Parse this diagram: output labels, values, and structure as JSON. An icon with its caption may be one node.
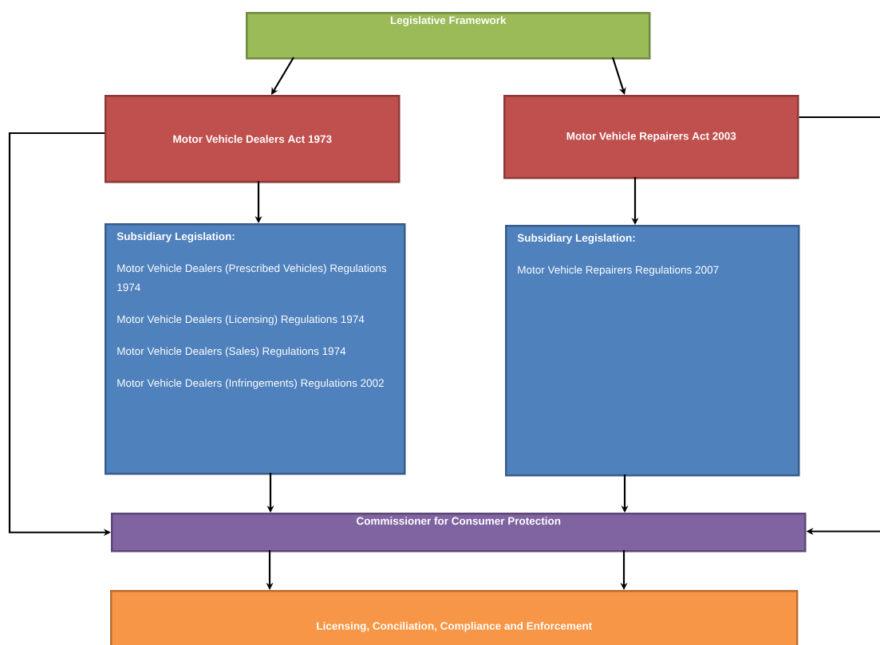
{
  "diagram": {
    "nodes": [
      {
        "text": [
          "Legislative Framework"
        ]
      },
      {
        "text": [
          "Motor Vehicle Dealers Act 1973"
        ]
      },
      {
        "text": [
          "Motor Vehicle Repairers Act 2003"
        ]
      },
      {
        "text": [
          "Subsidiary Legislation:",
          "Motor Vehicle Dealers (Prescribed Vehicles) Regulations 1974",
          "Motor Vehicle Dealers (Licensing) Regulations 1974",
          "Motor Vehicle Dealers (Sales) Regulations 1974",
          "Motor Vehicle Dealers (Infringements) Regulations 2002"
        ]
      },
      {
        "text": [
          "Subsidiary Legislation:",
          "Motor Vehicle Repairers Regulations 2007"
        ]
      },
      {
        "text": [
          "Commissioner for Consumer Protection"
        ]
      },
      {
        "text": [
          "Licensing, Conciliation, Compliance and Enforcement"
        ]
      }
    ],
    "edges": [
      {
        "from": 0,
        "to": 1,
        "arrow": "to"
      },
      {
        "from": 0,
        "to": 2,
        "arrow": "to"
      },
      {
        "from": 1,
        "to": 3,
        "arrow": "to"
      },
      {
        "from": 2,
        "to": 4,
        "arrow": "to"
      },
      {
        "from": 3,
        "to": 5,
        "arrow": "to"
      },
      {
        "from": 4,
        "to": 5,
        "arrow": "to"
      },
      {
        "from": 1,
        "to": 5,
        "arrow": "to"
      },
      {
        "from": 2,
        "to": null,
        "arrow": "none"
      },
      {
        "from": null,
        "to": 5,
        "arrow": "to"
      },
      {
        "from": 5,
        "to": 6,
        "arrow": "to"
      },
      {
        "from": 5,
        "to": 6,
        "arrow": "to"
      }
    ]
  }
}
